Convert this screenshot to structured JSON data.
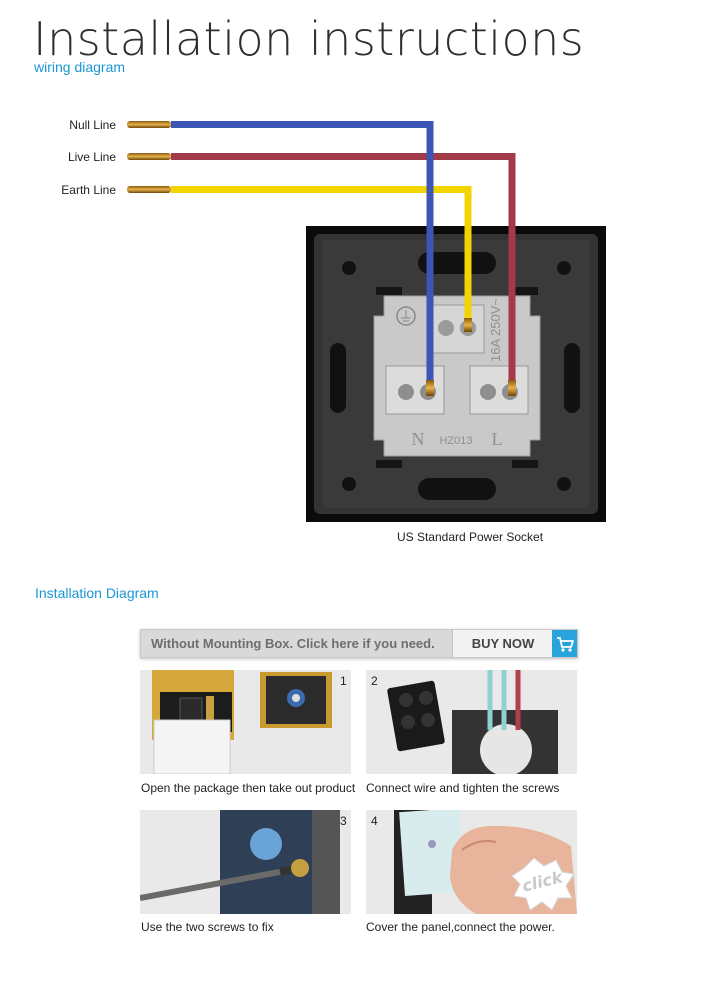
{
  "header": {
    "title": "Installation instructions",
    "subtitle": "wiring diagram"
  },
  "wires": [
    {
      "label": "Null Line",
      "color": "#3d55b5"
    },
    {
      "label": "Live Line",
      "color": "#a23a4a"
    },
    {
      "label": "Earth Line",
      "color": "#f2d400"
    }
  ],
  "socket": {
    "caption": "US Standard Power Socket",
    "rating": "16A 250V~",
    "model": "HZ013",
    "n_label": "N",
    "l_label": "L"
  },
  "section": {
    "title": "Installation Diagram"
  },
  "banner": {
    "text": "Without Mounting Box. Click here if you need.",
    "buy_label": "BUY NOW",
    "cart_icon": "shopping-cart-icon"
  },
  "steps": [
    {
      "num": "1",
      "caption": "Open the package then take out product"
    },
    {
      "num": "2",
      "caption": "Connect wire and tighten the screws"
    },
    {
      "num": "3",
      "caption": "Use the two screws to fix"
    },
    {
      "num": "4",
      "caption": "Cover the panel,connect the power."
    }
  ],
  "step4_badge": "click",
  "colors": {
    "accent": "#1a96d4",
    "cart": "#28a3dc"
  }
}
